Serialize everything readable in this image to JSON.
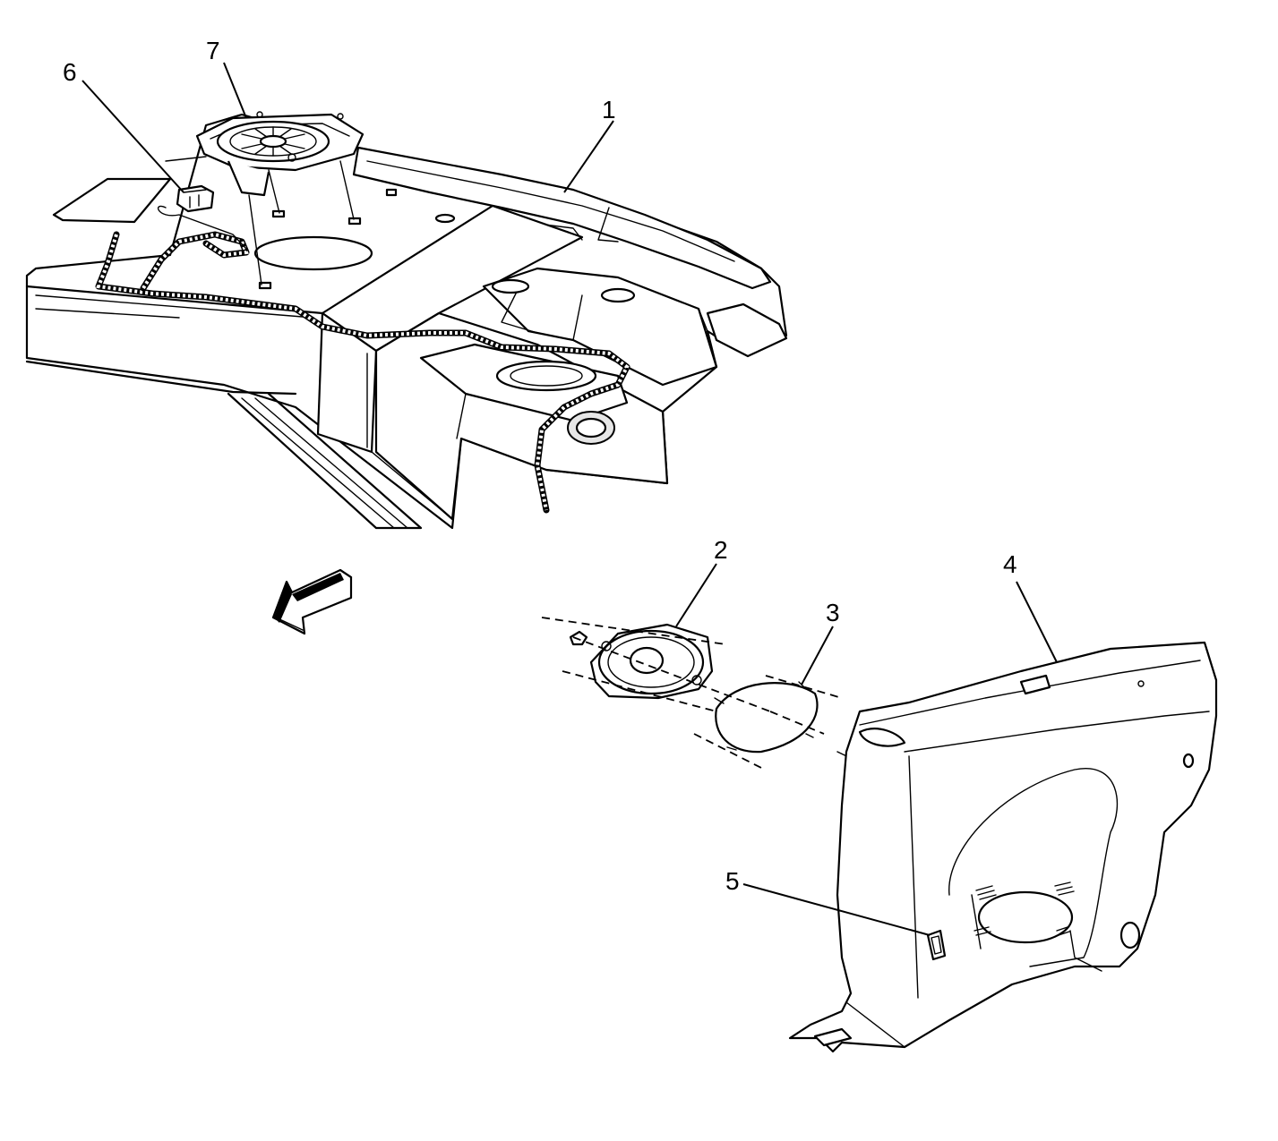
{
  "diagram": {
    "callouts": [
      {
        "id": "1",
        "label": "1"
      },
      {
        "id": "2",
        "label": "2"
      },
      {
        "id": "3",
        "label": "3"
      },
      {
        "id": "4",
        "label": "4"
      },
      {
        "id": "5",
        "label": "5"
      },
      {
        "id": "6",
        "label": "6"
      },
      {
        "id": "7",
        "label": "7"
      }
    ],
    "line_color": "#000000",
    "background": "#ffffff",
    "panel_shade": "#e6e6e6"
  }
}
